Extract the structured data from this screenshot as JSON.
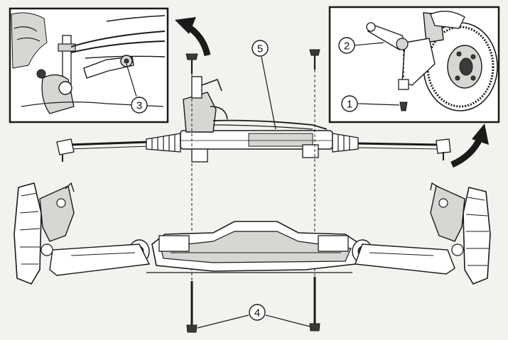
{
  "callouts": {
    "c1": "1",
    "c2": "2",
    "c3": "3",
    "c4": "4",
    "c5": "5"
  },
  "colors": {
    "ink": "#1a1a1a",
    "paper": "#f4f2ee",
    "shade": "#d8d6d2"
  }
}
